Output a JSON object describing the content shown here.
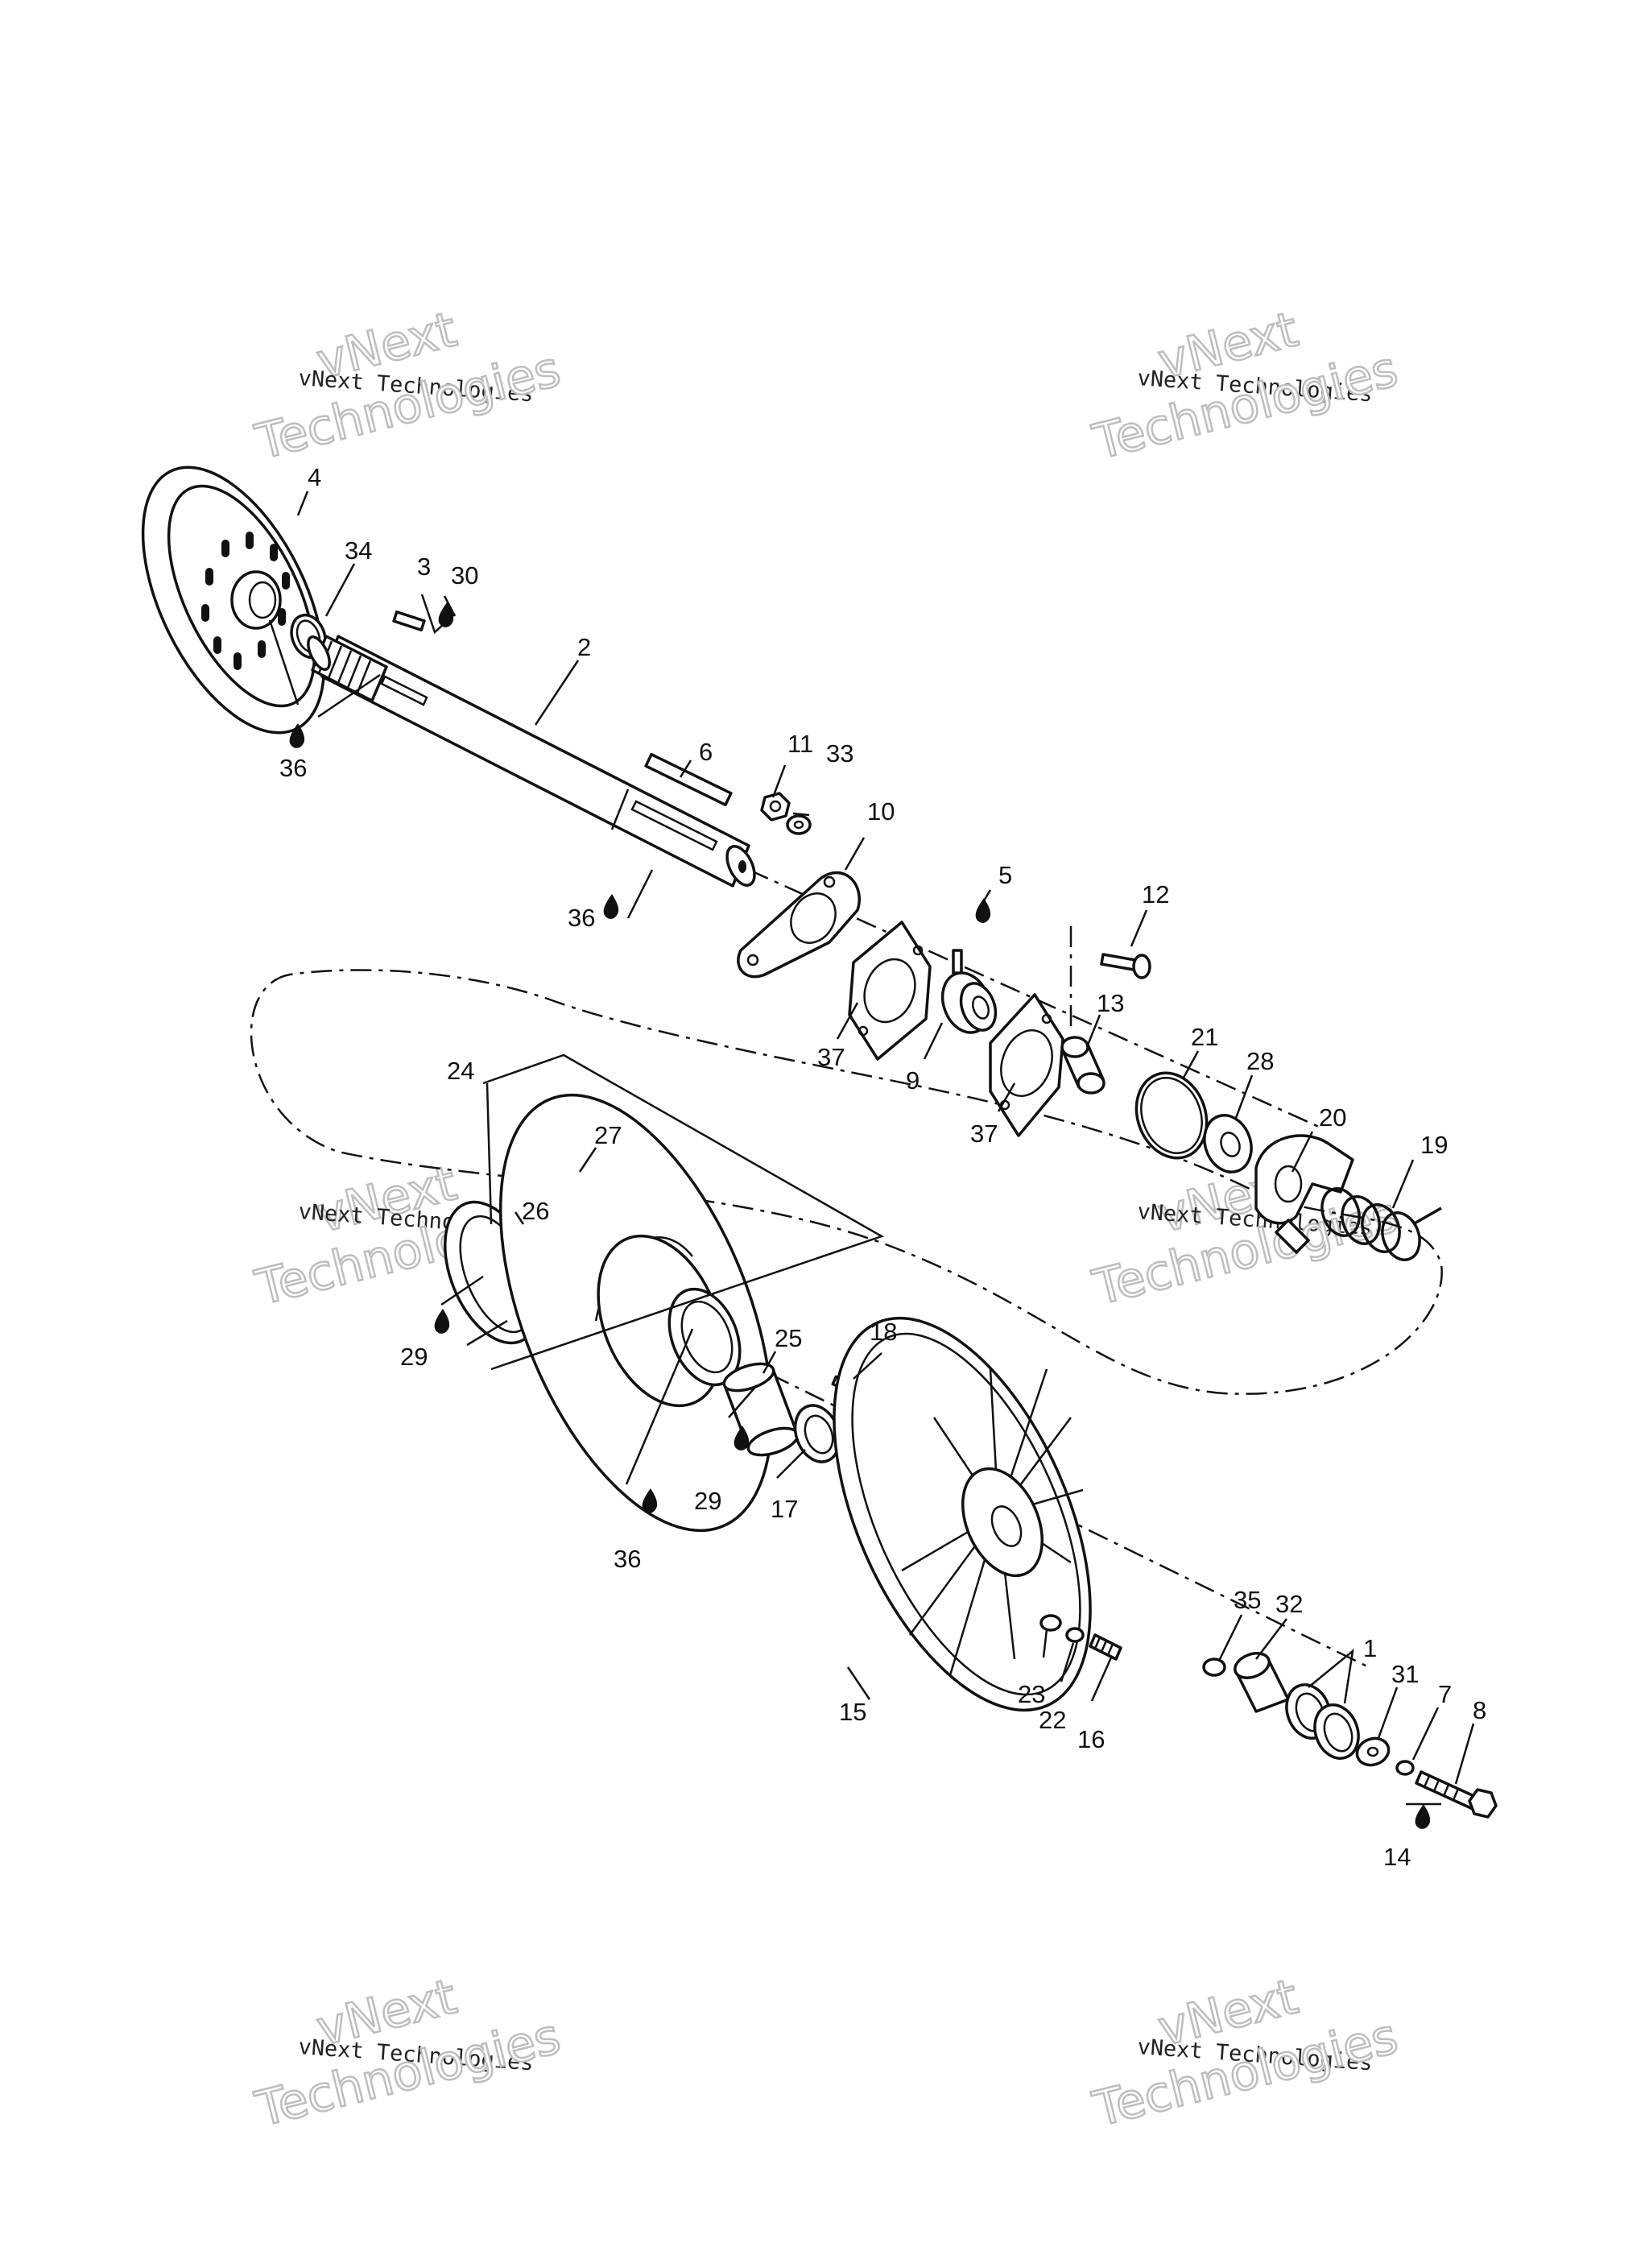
{
  "watermarks": [
    {
      "brand": "vNext",
      "line1": "vNext Technologies",
      "line2": "Technologies"
    },
    {
      "brand": "vNext",
      "line1": "vNext Technologies",
      "line2": "Technologies"
    },
    {
      "brand": "vNext",
      "line1": "vNext Technologies",
      "line2": "Technologies"
    },
    {
      "brand": "vNext",
      "line1": "vNext Technologies",
      "line2": "Technologies"
    },
    {
      "brand": "vNext",
      "line1": "vNext Technologies",
      "line2": "Technologies"
    },
    {
      "brand": "vNext",
      "line1": "vNext Technologies",
      "line2": "Technologies"
    }
  ],
  "callouts": {
    "c4": "4",
    "c34": "34",
    "c3": "3",
    "c30": "30",
    "c2": "2",
    "c36a": "36",
    "c6": "6",
    "c11": "11",
    "c33": "33",
    "c10": "10",
    "c36b": "36",
    "c5": "5",
    "c12": "12",
    "c37a": "37",
    "c9": "9",
    "c13": "13",
    "c37b": "37",
    "c21": "21",
    "c28": "28",
    "c20": "20",
    "c19": "19",
    "c24": "24",
    "c27": "27",
    "c26": "26",
    "c29a": "29",
    "c25": "25",
    "c18": "18",
    "c29b": "29",
    "c17": "17",
    "c36c": "36",
    "c15": "15",
    "c23": "23",
    "c22": "22",
    "c16": "16",
    "c35": "35",
    "c32": "32",
    "c1": "1",
    "c31": "31",
    "c7": "7",
    "c8": "8",
    "c14": "14"
  },
  "icons": {
    "lubricant": "oil-drop-icon"
  }
}
